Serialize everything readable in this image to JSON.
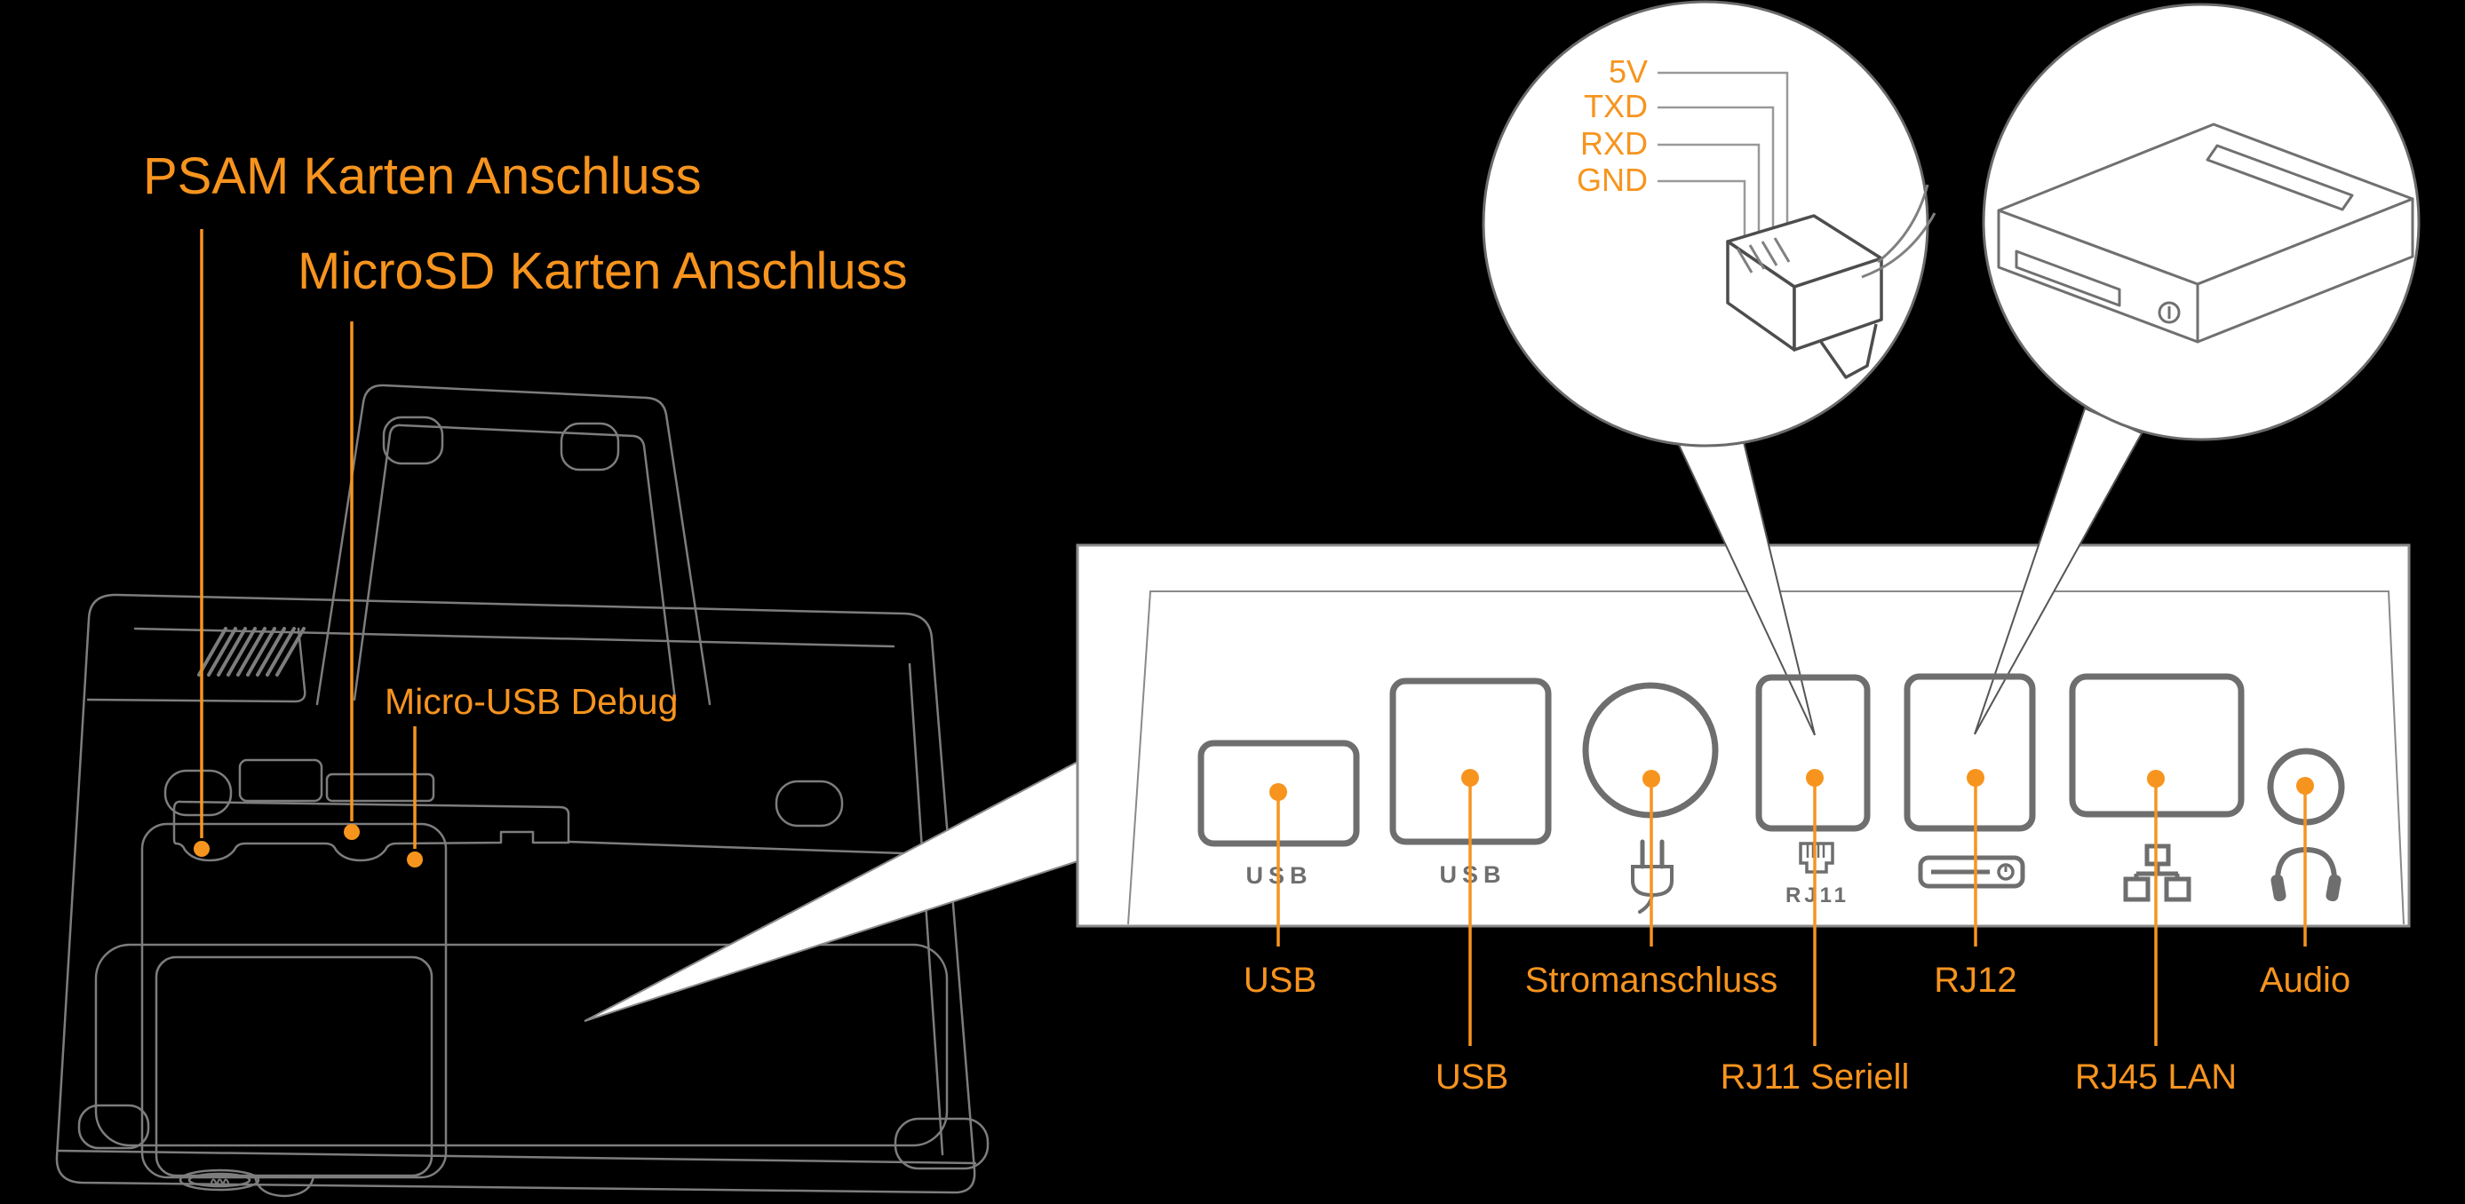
{
  "title_labels": {
    "psam": "PSAM Karten Anschluss",
    "microsd": "MicroSD Karten Anschluss",
    "micro_usb_debug": "Micro-USB Debug"
  },
  "rj11_pinout": {
    "pins": [
      "5V",
      "TXD",
      "RXD",
      "GND"
    ]
  },
  "panel": {
    "port_marks": {
      "usb_small": "USB",
      "usb_large": "USB",
      "rj11": "RJ11"
    },
    "labels_row1": [
      "USB",
      "Stromanschluss",
      "RJ12",
      "Audio"
    ],
    "labels_row2": [
      "USB",
      "RJ11 Seriell",
      "RJ45 LAN"
    ]
  },
  "icons": [
    "power-plug-icon",
    "rj11-jack-icon",
    "serial-slot-icon",
    "ethernet-icon",
    "headphones-icon"
  ],
  "colors": {
    "accent_orange": "#F7941E",
    "device_line_gray": "#7d7d7d",
    "panel_border_gray": "#8a8a8a",
    "port_line_gray": "#6e6e6e",
    "connector_dark_gray": "#4d4d4d",
    "pin_wire_gray": "#999999",
    "panel_fill": "#ffffff",
    "background": "#000000"
  }
}
